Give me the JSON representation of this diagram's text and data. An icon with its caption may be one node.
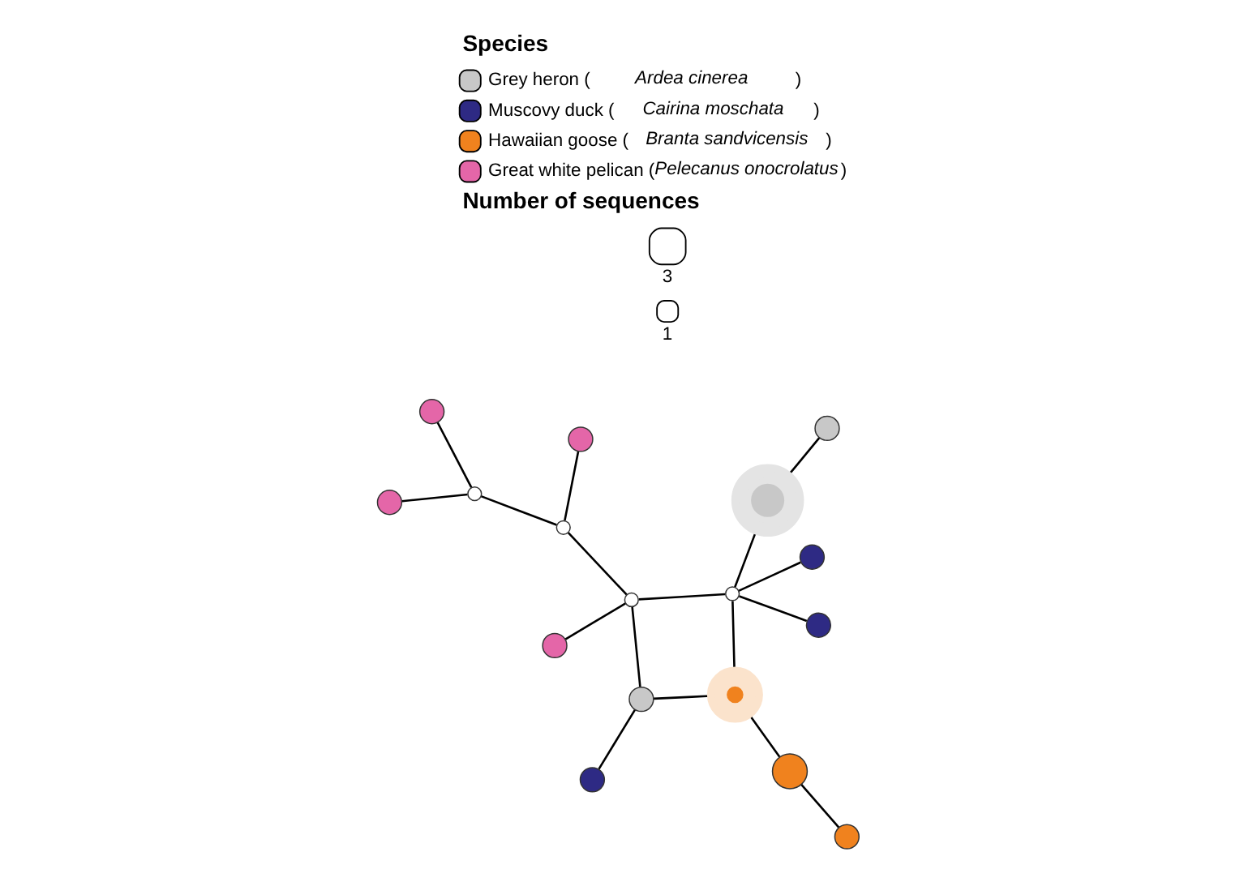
{
  "diagram": {
    "nodes": [
      {
        "text": [],
        "shape": "circle"
      },
      {
        "text": [],
        "shape": "circle"
      },
      {
        "text": [],
        "shape": "circle"
      },
      {
        "text": [],
        "shape": "circle"
      },
      {
        "text": [],
        "shape": "circle"
      },
      {
        "text": [],
        "shape": "circle"
      },
      {
        "text": [],
        "shape": "circle"
      },
      {
        "text": [],
        "shape": "circle"
      },
      {
        "text": [],
        "shape": "circle"
      },
      {
        "text": [],
        "shape": "circle"
      },
      {
        "text": [],
        "shape": "circle"
      },
      {
        "text": [],
        "shape": "circle"
      },
      {
        "text": [],
        "shape": "circle"
      },
      {
        "text": [],
        "shape": "circle"
      },
      {
        "text": [],
        "shape": "circle"
      },
      {
        "text": [],
        "shape": "circle"
      },
      {
        "text": [],
        "shape": "circle"
      }
    ],
    "edges": [
      {
        "from": 0,
        "to": 3,
        "arrow": "none"
      },
      {
        "from": 2,
        "to": 3,
        "arrow": "none"
      },
      {
        "from": 3,
        "to": 4,
        "arrow": "none"
      },
      {
        "from": 1,
        "to": 4,
        "arrow": "none"
      },
      {
        "from": 4,
        "to": 7,
        "arrow": "none"
      },
      {
        "from": 5,
        "to": 7,
        "arrow": "none"
      },
      {
        "from": 7,
        "to": 8,
        "arrow": "none"
      },
      {
        "from": 8,
        "to": 6,
        "arrow": "none"
      },
      {
        "from": 7,
        "to": 10,
        "arrow": "none"
      },
      {
        "from": 8,
        "to": 11,
        "arrow": "none"
      },
      {
        "from": 10,
        "to": 9,
        "arrow": "none"
      },
      {
        "from": 10,
        "to": 11,
        "arrow": "none"
      },
      {
        "from": 10,
        "to": 12,
        "arrow": "none"
      },
      {
        "from": 12,
        "to": 14,
        "arrow": "none"
      },
      {
        "from": 10,
        "to": 15,
        "arrow": "none"
      },
      {
        "from": 11,
        "to": 13,
        "arrow": "none"
      },
      {
        "from": 13,
        "to": 16,
        "arrow": "none"
      }
    ],
    "labels": [
      "Species",
      "Number of sequences"
    ],
    "legend": [
      {
        "text": "Grey heron (*Ardea cinerea*)",
        "color": "#c8c8c8"
      },
      {
        "text": "Muscovy duck (*Cairina moschata*)",
        "color": "#2e2a84"
      },
      {
        "text": "Hawaiian goose (*Branta sandvicensis*)",
        "color": "#f0821e"
      },
      {
        "text": "Great white pelican (*Pelecanus onocrolatus*)",
        "color": "#e466a8"
      },
      {
        "text": "3"
      },
      {
        "text": "1"
      }
    ]
  }
}
